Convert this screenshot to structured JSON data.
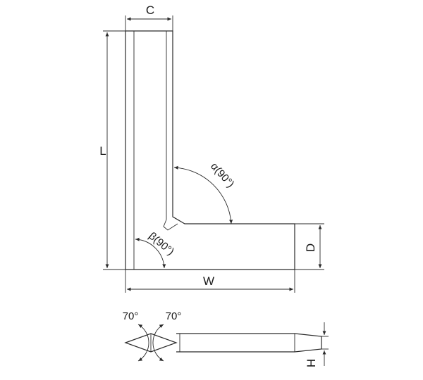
{
  "labels": {
    "C": "C",
    "L": "L",
    "W": "W",
    "D": "D",
    "H": "H",
    "alpha": "α(90°)",
    "beta": "β(90°)",
    "angle_left": "70°",
    "angle_right": "70°"
  },
  "colors": {
    "line": "#2a2a2a",
    "text": "#1a1a1a",
    "background": "#ffffff"
  }
}
